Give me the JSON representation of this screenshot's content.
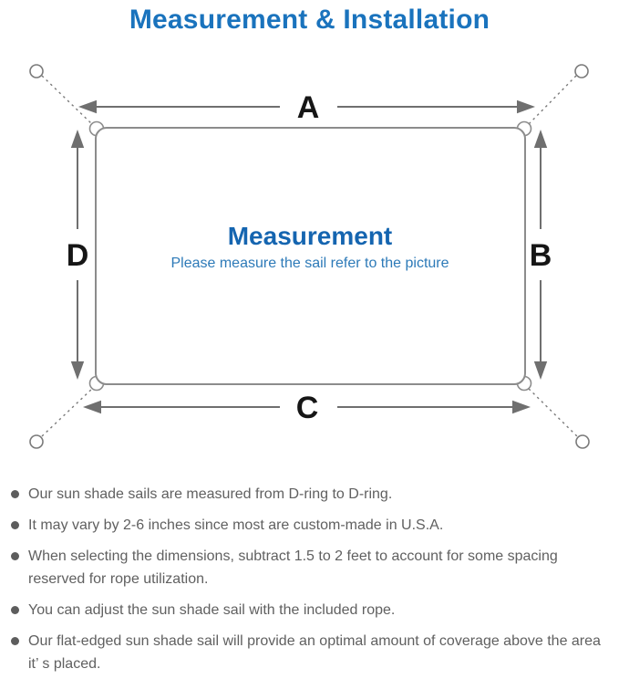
{
  "title": "Measurement & Installation",
  "diagram": {
    "labels": {
      "top": "A",
      "right": "B",
      "bottom": "C",
      "left": "D"
    },
    "center_heading": "Measurement",
    "center_subtitle": "Please measure the sail refer to the picture"
  },
  "notes": [
    "Our sun shade sails are measured from D-ring to D-ring.",
    "It may vary by 2-6 inches since most are custom-made in U.S.A.",
    "When selecting the dimensions, subtract 1.5 to 2 feet to account for some spacing reserved for rope utilization.",
    "You can adjust the sun shade sail with the included rope.",
    "Our flat-edged sun shade sail will provide an optimal amount of coverage above the area it’ s placed."
  ],
  "colors": {
    "title_blue": "#1a73bd",
    "center_heading_blue": "#1565b0",
    "center_subtitle_blue": "#2d7ab8",
    "outline_gray": "#8c8c8c",
    "arrow_gray": "#6f6f6f",
    "dimension_label_black": "#161616",
    "note_text_gray": "#606060"
  }
}
